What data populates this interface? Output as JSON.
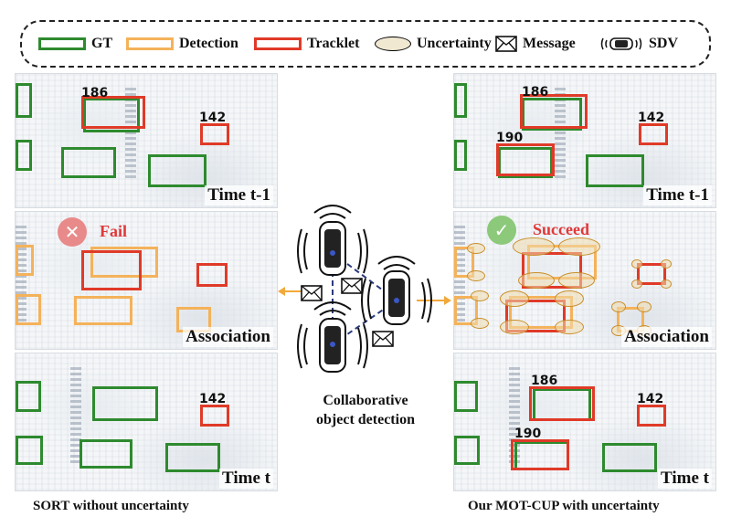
{
  "legend": {
    "gt": "GT",
    "detection": "Detection",
    "tracklet": "Tracklet",
    "uncertainty": "Uncertainty",
    "message": "Message",
    "sdv": "SDV"
  },
  "colors": {
    "gt": "#2e8a2e",
    "detection": "#f4b25a",
    "tracklet": "#e03a28",
    "uncertainty": "#c98f2c",
    "fail": "#e0383a",
    "succeed": "#4caf50"
  },
  "left": {
    "top": {
      "label": "Time t-1",
      "ids": [
        "186",
        "142"
      ]
    },
    "middle": {
      "label": "Association",
      "status": "Fail"
    },
    "bottom": {
      "label": "Time t",
      "ids": [
        "142"
      ]
    },
    "caption": "SORT without uncertainty"
  },
  "right": {
    "top": {
      "label": "Time t-1",
      "ids": [
        "186",
        "142",
        "190"
      ]
    },
    "middle": {
      "label": "Association",
      "status": "Succeed"
    },
    "bottom": {
      "label": "Time t",
      "ids": [
        "186",
        "142",
        "190"
      ]
    },
    "caption": "Our MOT-CUP with uncertainty"
  },
  "center": {
    "caption_line1": "Collaborative",
    "caption_line2": "object detection"
  }
}
